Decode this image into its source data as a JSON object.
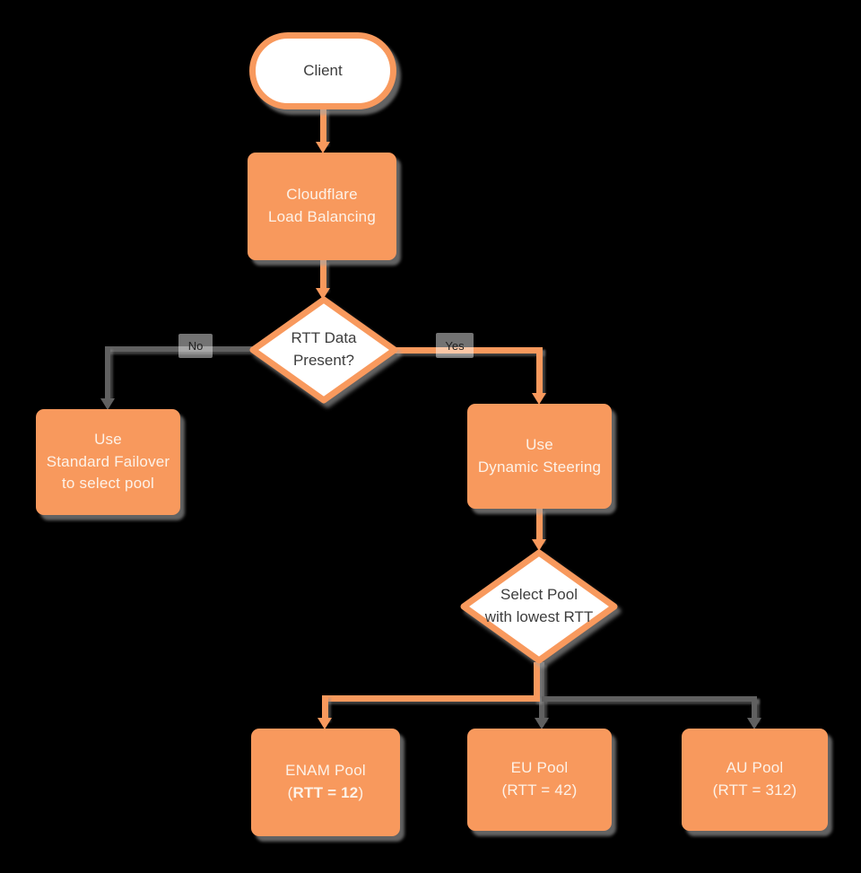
{
  "colors": {
    "background": "#000000",
    "shape_orange": "#f8995d",
    "shape_white": "#ffffff",
    "connector_gray": "#606060",
    "text_on_orange": "#fdf2e8",
    "text_dark": "#3d3d3d",
    "shadow_gray": "#a5a5a5"
  },
  "nodes": {
    "client": {
      "label": "Client"
    },
    "cloudflare": {
      "line1": "Cloudflare",
      "line2": "Load Balancing"
    },
    "rtt_present": {
      "line1": "RTT Data",
      "line2": "Present?"
    },
    "standard_failover": {
      "line1": "Use",
      "line2": "Standard Failover",
      "line3": "to select pool"
    },
    "dynamic_steering": {
      "line1": "Use",
      "line2": "Dynamic Steering"
    },
    "select_pool": {
      "line1": "Select Pool",
      "line2": "with lowest RTT"
    },
    "enam_pool": {
      "line1": "ENAM Pool",
      "open_paren": "(",
      "rtt_value_bold": "RTT = 12",
      "close_paren": ")"
    },
    "eu_pool": {
      "line1": "EU Pool",
      "line2": "(RTT = 42)"
    },
    "au_pool": {
      "line1": "AU Pool",
      "line2": "(RTT = 312)"
    }
  },
  "edges": {
    "no_label": "No",
    "yes_label": "Yes"
  }
}
